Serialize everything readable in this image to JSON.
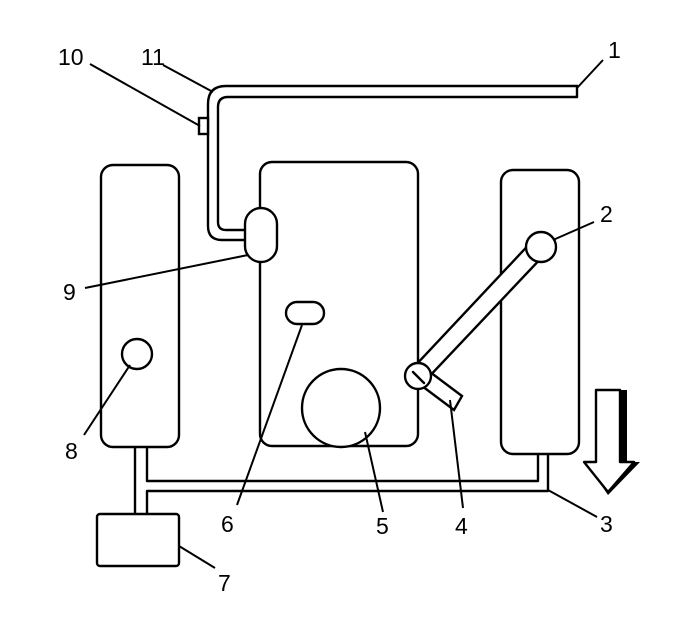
{
  "diagram": {
    "callouts": [
      {
        "id": "c1",
        "text": "1"
      },
      {
        "id": "c2",
        "text": "2"
      },
      {
        "id": "c3",
        "text": "3"
      },
      {
        "id": "c4",
        "text": "4"
      },
      {
        "id": "c5",
        "text": "5"
      },
      {
        "id": "c6",
        "text": "6"
      },
      {
        "id": "c7",
        "text": "7"
      },
      {
        "id": "c8",
        "text": "8"
      },
      {
        "id": "c9",
        "text": "9"
      },
      {
        "id": "c10",
        "text": "10"
      },
      {
        "id": "c11",
        "text": "11"
      }
    ],
    "direction_arrow": "arrow-down-icon"
  }
}
